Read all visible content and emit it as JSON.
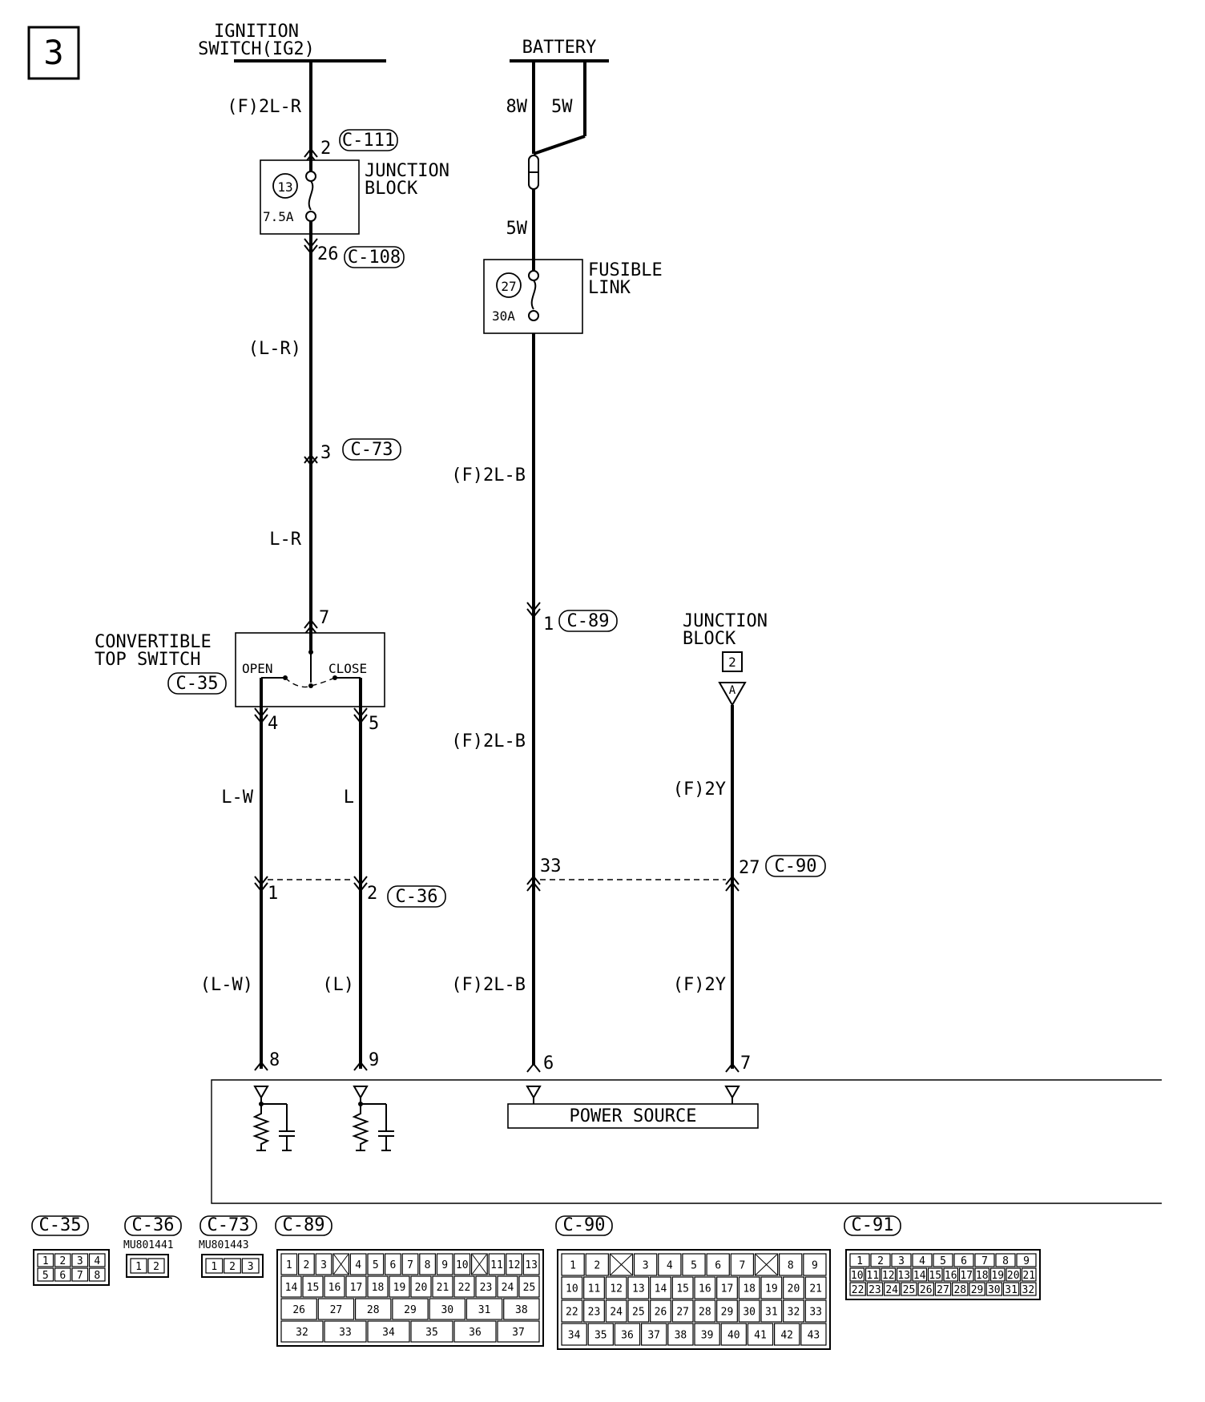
{
  "page_number": "3",
  "sources": {
    "ignition": [
      "IGNITION",
      "SWITCH(IG2)"
    ],
    "battery": "BATTERY"
  },
  "wires": {
    "ign_top": "(F)2L-R",
    "ign_mid": "(L-R)",
    "ign_low": "L-R",
    "bat_8w": "8W",
    "bat_5w": "5W",
    "bat_5w_low": "5W",
    "bat_a": "(F)2L-B",
    "bat_b": "(F)2L-B",
    "bat_c": "(F)2L-B",
    "open_upper": "L-W",
    "close_upper": "L",
    "open_lower": "(L-W)",
    "close_lower": "(L)",
    "jb2_upper": "(F)2Y",
    "jb2_lower": "(F)2Y"
  },
  "components": {
    "junction_block_1": {
      "label": [
        "JUNCTION",
        "BLOCK"
      ],
      "fuse_number": "13",
      "rating": "7.5A"
    },
    "fusible_link": {
      "label": [
        "FUSIBLE",
        "LINK"
      ],
      "fuse_number": "27",
      "rating": "30A"
    },
    "convertible_switch": {
      "label": [
        "CONVERTIBLE",
        "TOP SWITCH"
      ],
      "connector": "C-35",
      "open": "OPEN",
      "close": "CLOSE"
    },
    "junction_block_2": {
      "label": [
        "JUNCTION",
        "BLOCK"
      ],
      "number": "2",
      "terminal": "A"
    },
    "power_source": "POWER SOURCE"
  },
  "pins": {
    "c111": {
      "pin": "2",
      "connector": "C-111"
    },
    "c108": {
      "pin": "26",
      "connector": "C-108"
    },
    "c73": {
      "pin": "3",
      "connector": "C-73"
    },
    "sw_in": "7",
    "sw_open": "4",
    "sw_close": "5",
    "c89": {
      "pin": "1",
      "connector": "C-89"
    },
    "c36_1": "1",
    "c36_2": "2",
    "c36": "C-36",
    "c90_33": "33",
    "c90_27": "27",
    "c90": "C-90",
    "ecu_8": "8",
    "ecu_9": "9",
    "ecu_6": "6",
    "ecu_7": "7"
  },
  "connector_views": [
    {
      "id": "C-35",
      "part": "",
      "rows": [
        [
          "1",
          "2",
          "3",
          "4"
        ],
        [
          "5",
          "6",
          "7",
          "8"
        ]
      ]
    },
    {
      "id": "C-36",
      "part": "MU801441",
      "rows": [
        [
          "1",
          "2"
        ]
      ]
    },
    {
      "id": "C-73",
      "part": "MU801443",
      "rows": [
        [
          "1",
          "2",
          "3"
        ]
      ]
    },
    {
      "id": "C-89",
      "part": "",
      "rows": [
        [
          "1",
          "2",
          "3",
          "",
          "4",
          "5",
          "6",
          "7",
          "8",
          "9",
          "10",
          "",
          "11",
          "12",
          "13"
        ],
        [
          "14",
          "15",
          "16",
          "17",
          "18",
          "19",
          "20",
          "21",
          "22",
          "23",
          "24",
          "25"
        ],
        [
          "26",
          "27",
          "28",
          "29",
          "30",
          "31",
          "38"
        ],
        [
          "32",
          "33",
          "34",
          "35",
          "36",
          "37"
        ]
      ]
    },
    {
      "id": "C-90",
      "part": "",
      "rows": [
        [
          "1",
          "2",
          "",
          "3",
          "4",
          "5",
          "6",
          "7",
          "",
          "8",
          "9"
        ],
        [
          "10",
          "11",
          "12",
          "13",
          "14",
          "15",
          "16",
          "17",
          "18",
          "19",
          "20",
          "21"
        ],
        [
          "22",
          "23",
          "24",
          "25",
          "26",
          "27",
          "28",
          "29",
          "30",
          "31",
          "32",
          "33"
        ],
        [
          "34",
          "35",
          "36",
          "37",
          "38",
          "39",
          "40",
          "41",
          "42",
          "43"
        ]
      ]
    },
    {
      "id": "C-91",
      "part": "",
      "rows": [
        [
          "1",
          "2",
          "3",
          "4",
          "5",
          "6",
          "7",
          "8",
          "9"
        ],
        [
          "10",
          "11",
          "12",
          "13",
          "14",
          "15",
          "16",
          "17",
          "18",
          "19",
          "20",
          "21"
        ],
        [
          "22",
          "23",
          "24",
          "25",
          "26",
          "27",
          "28",
          "29",
          "30",
          "31",
          "32"
        ]
      ]
    }
  ]
}
